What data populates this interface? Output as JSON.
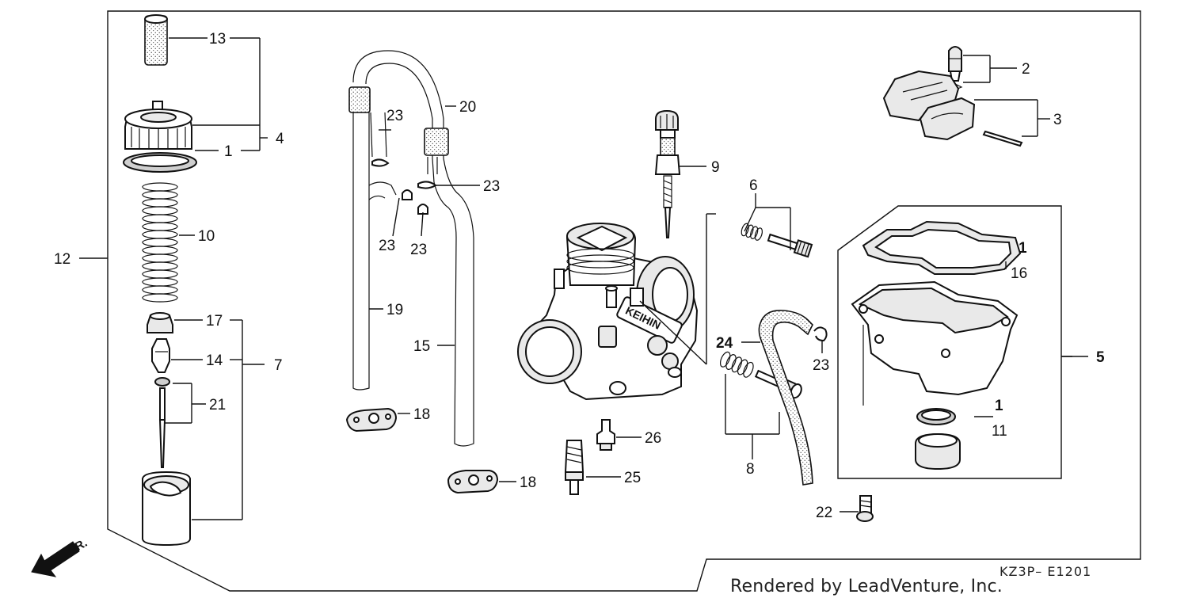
{
  "diagram": {
    "callouts": {
      "c1a": "1",
      "c1b": "1",
      "c1c": "1",
      "c2": "2",
      "c3": "3",
      "c4": "4",
      "c5": "5",
      "c6": "6",
      "c7": "7",
      "c8": "8",
      "c9": "9",
      "c10": "10",
      "c11": "11",
      "c12": "12",
      "c13": "13",
      "c14": "14",
      "c15": "15",
      "c16": "16",
      "c17": "17",
      "c18a": "18",
      "c18b": "18",
      "c19": "19",
      "c20": "20",
      "c21": "21",
      "c22": "22",
      "c23a": "23",
      "c23b": "23",
      "c23c": "23",
      "c23d": "23",
      "c23e": "23",
      "c24": "24",
      "c25": "25",
      "c26": "26"
    },
    "brand_mark": "KEIHIN",
    "front_arrow": "FR.",
    "drawing_number": "KZ3P– E1201",
    "credit": "Rendered by LeadVenture, Inc."
  }
}
